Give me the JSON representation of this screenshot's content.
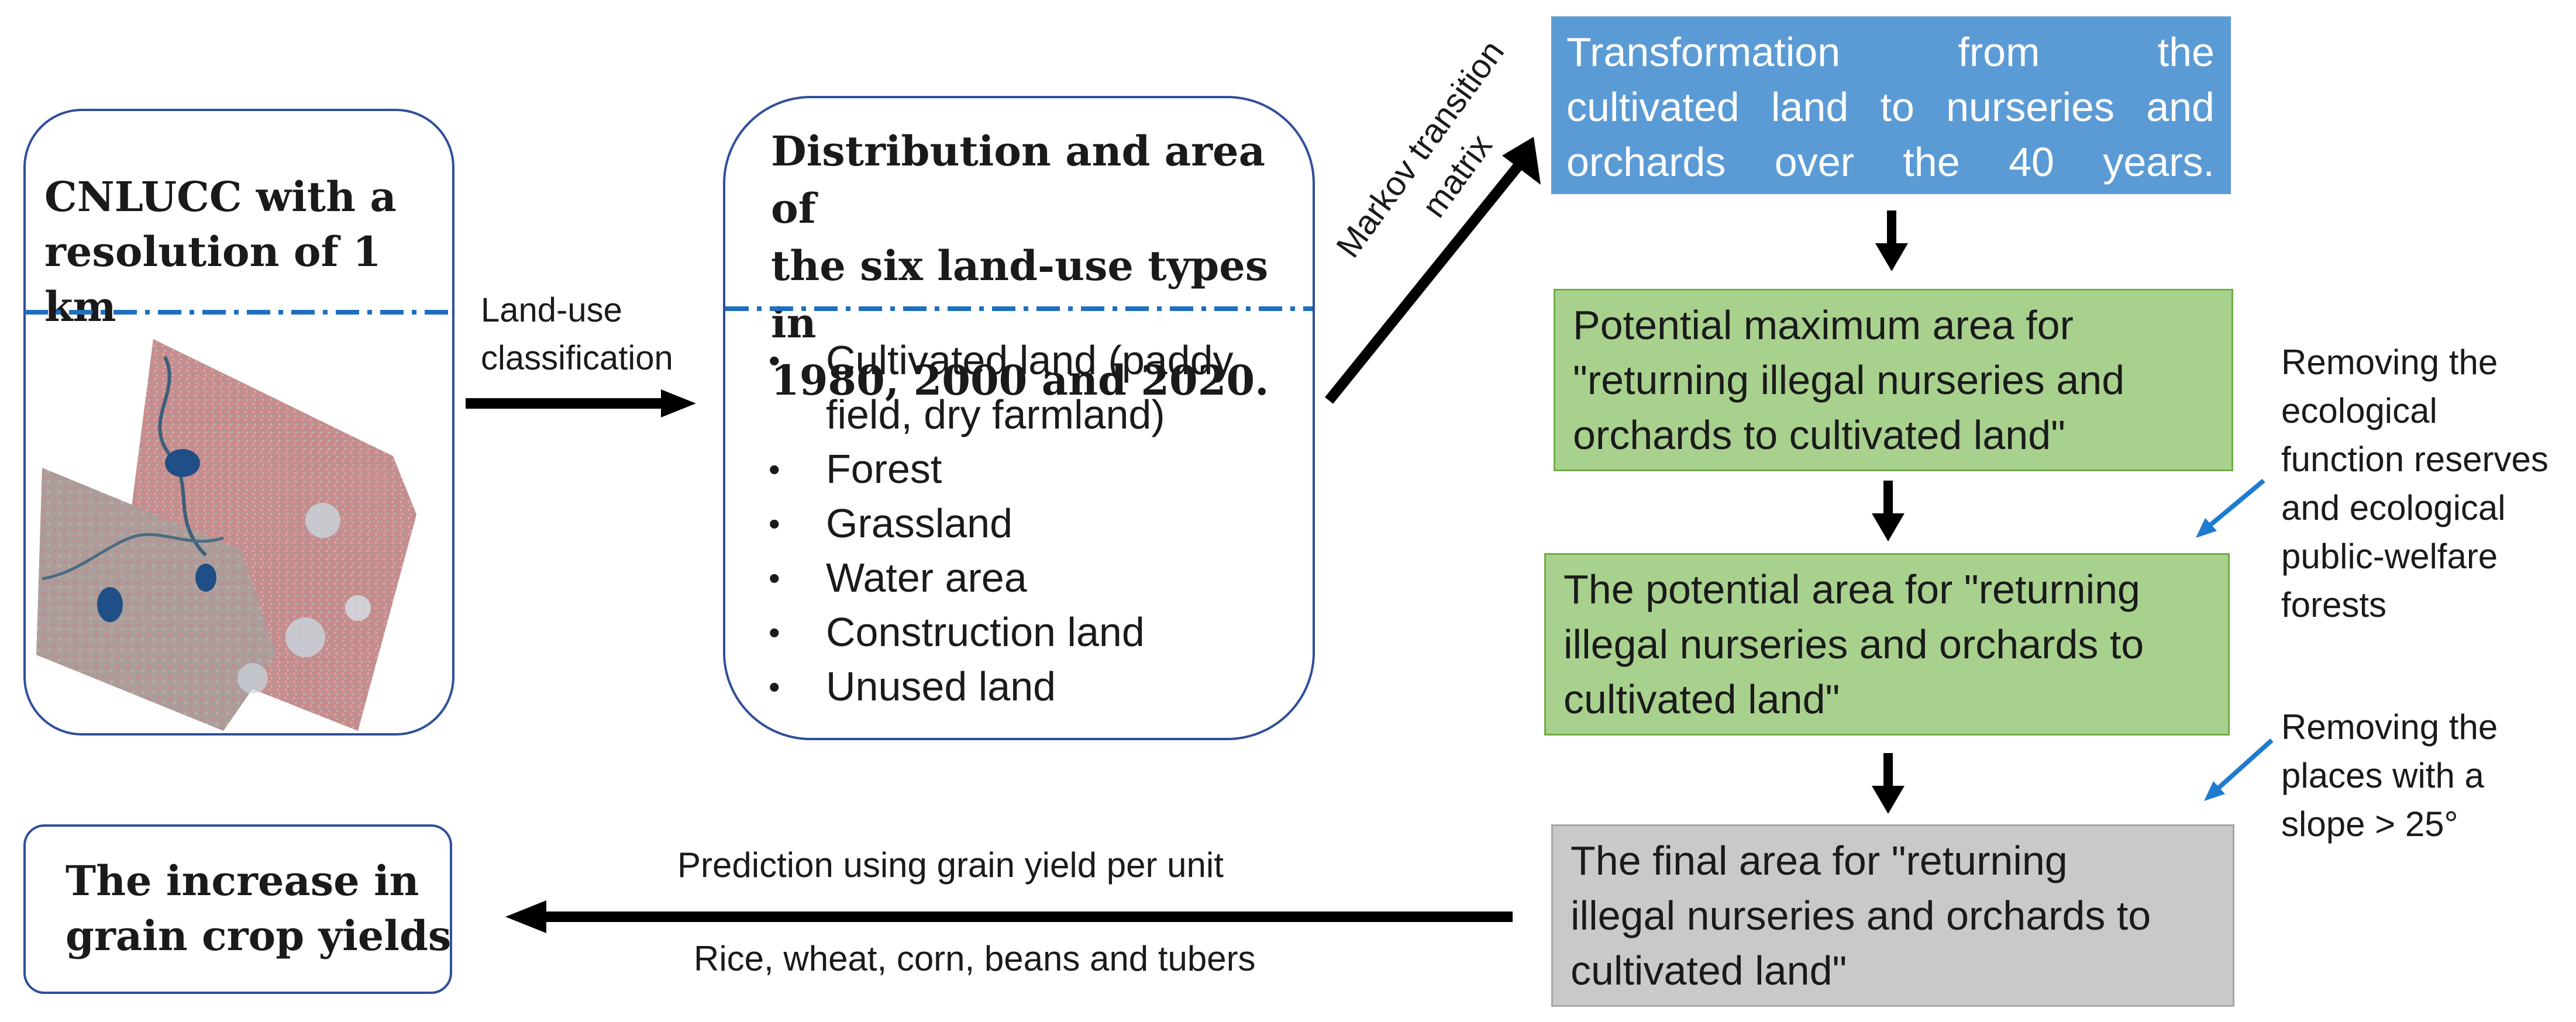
{
  "source_box": {
    "title_line1": "CNLUCC with a",
    "title_line2": "resolution of 1 km",
    "image_icon": "satellite-imagery-icon"
  },
  "classification_label": {
    "line1": "Land-use",
    "line2": "classification"
  },
  "distribution_box": {
    "title_line1": "Distribution and area of",
    "title_line2": "the six land-use types in",
    "title_line3": "1980, 2000 and 2020.",
    "items": [
      "Cultivated land (paddy",
      "field, dry farmland)",
      "Forest",
      "Grassland",
      "Water area",
      "Construction land",
      "Unused land"
    ]
  },
  "markov_label": {
    "line1": "Markov transition",
    "line2": "matrix"
  },
  "flow": {
    "step1": {
      "lines": [
        "Transformation from the",
        "cultivated land to nurseries and",
        "orchards over the 40 years."
      ],
      "color": "#5b9bd5"
    },
    "step2": {
      "lines": [
        "Potential maximum area for",
        "\"returning illegal nurseries and",
        "orchards to cultivated land\""
      ],
      "color": "#a9d18e"
    },
    "step3": {
      "lines": [
        "The potential area for \"returning",
        "illegal nurseries and orchards to",
        "cultivated land\""
      ],
      "color": "#a9d18e"
    },
    "step4": {
      "lines": [
        "The final area for \"returning",
        "illegal nurseries and orchards to",
        "cultivated land\""
      ],
      "color": "#c9c9c9"
    }
  },
  "notes": {
    "reserves": [
      "Removing the",
      "ecological",
      "function reserves",
      "and ecological",
      "public-welfare",
      "forests"
    ],
    "slope": [
      "Removing the",
      "places with a",
      "slope > 25°"
    ]
  },
  "prediction": {
    "label_top": "Prediction using grain yield per unit",
    "label_bottom": "Rice, wheat, corn, beans and tubers"
  },
  "result_box": {
    "line1": "The increase in",
    "line2": "grain crop yields"
  },
  "colors": {
    "box_border": "#2f4f9a",
    "dashdot": "#1f6fc0",
    "note_arrow": "#1f7bd0",
    "arrow": "#000000"
  }
}
